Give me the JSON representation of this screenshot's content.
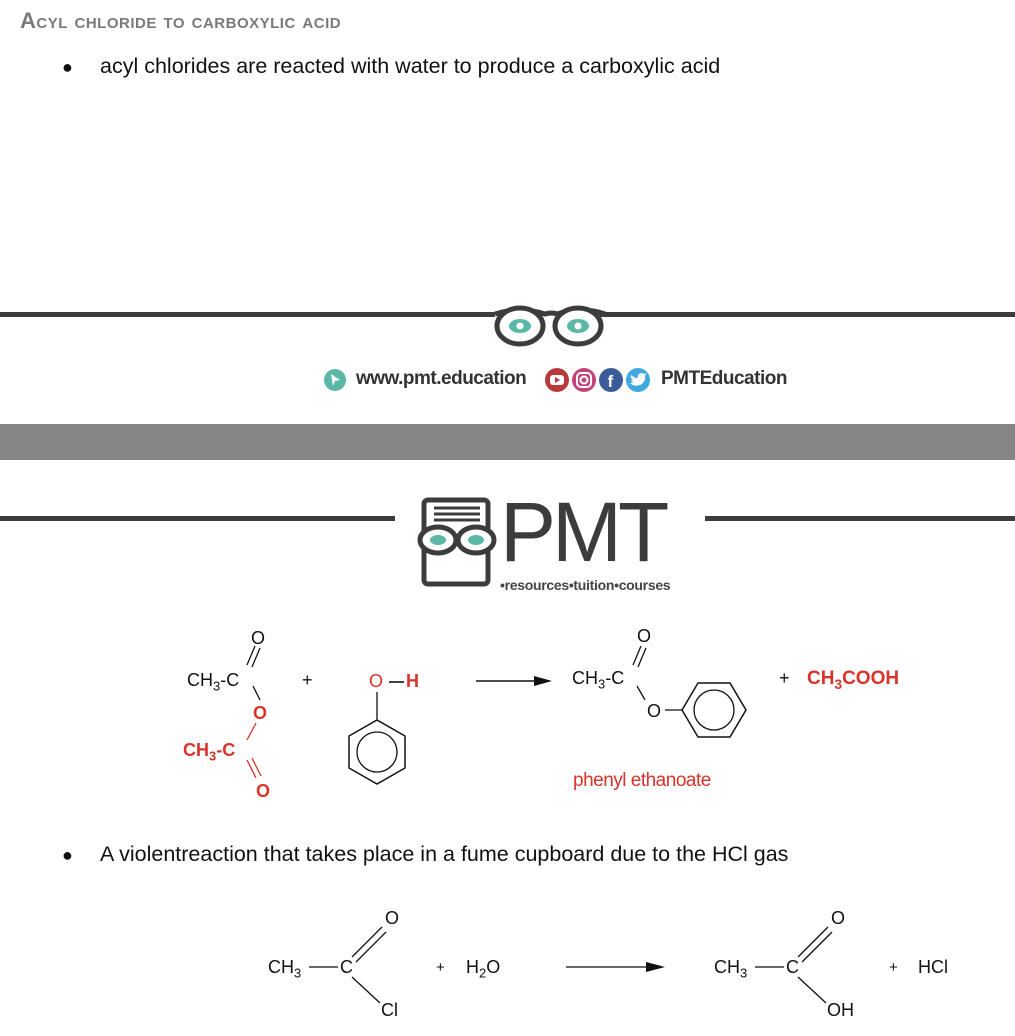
{
  "section": {
    "heading": "Acyl chloride to carboxylic acid",
    "bullet1": "acyl chlorides are reacted with water to produce a carboxylic acid",
    "bullet2": "A violentreaction that takes place in a fume cupboard due to the HCl gas"
  },
  "footer": {
    "website": "www.pmt.education",
    "social_handle": "PMTEducation",
    "logo_text": "PMT",
    "logo_tagline": "•resources•tuition•courses"
  },
  "reaction1": {
    "reactant1_top_o": "O",
    "reactant1_ch3c": "CH3-C",
    "reactant1_bridge_o": "O",
    "reactant1_ch3c_red": "CH3-C",
    "reactant1_bottom_o": "O",
    "plus1": "+",
    "phenol_o": "O",
    "phenol_h": "H",
    "product_top_o": "O",
    "product_ch3c": "CH3-C",
    "product_ester_o": "O",
    "plus2": "+",
    "byproduct": "CH3COOH",
    "product_name": "phenyl ethanoate"
  },
  "reaction2": {
    "reactant_ch3": "CH3",
    "reactant_c": "C",
    "reactant_o": "O",
    "reactant_cl": "Cl",
    "plus1": "+",
    "water": "H2O",
    "product_ch3": "CH3",
    "product_c": "C",
    "product_o": "O",
    "product_oh": "OH",
    "plus2": "+",
    "hcl": "HCl"
  },
  "colors": {
    "accent_red": "#d9332c",
    "eye_teal": "#5bb8a6",
    "rule_dark": "#3c3c3c",
    "band_gray": "#858585"
  }
}
